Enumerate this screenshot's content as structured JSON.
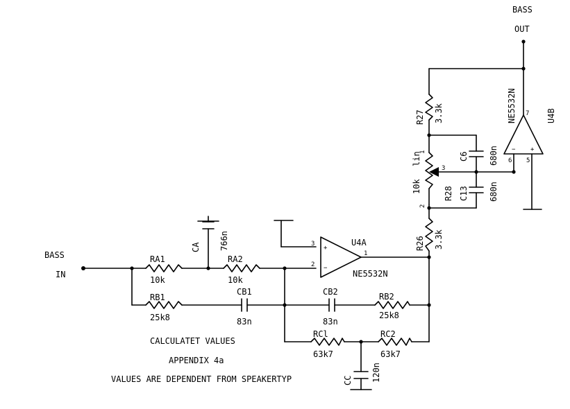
{
  "labels": {
    "bass_in_1": "BASS",
    "bass_in_2": "IN",
    "bass_out_1": "BASS",
    "bass_out_2": "OUT",
    "notes": [
      "CALCULATET VALUES",
      "APPENDIX 4a",
      "VALUES ARE DEPENDENT FROM SPEAKERTYP"
    ]
  },
  "components": {
    "RA1": {
      "name": "RA1",
      "value": "10k"
    },
    "RA2": {
      "name": "RA2",
      "value": "10k"
    },
    "CA": {
      "name": "CA",
      "value": "766n"
    },
    "RB1": {
      "name": "RB1",
      "value": "25k8"
    },
    "CB1": {
      "name": "CB1",
      "value": "83n"
    },
    "CB2": {
      "name": "CB2",
      "value": "83n"
    },
    "RB2": {
      "name": "RB2",
      "value": "25k8"
    },
    "RC1": {
      "name": "RCl",
      "value": "63k7"
    },
    "RC2": {
      "name": "RC2",
      "value": "63k7"
    },
    "CC": {
      "name": "CC",
      "value": "120n"
    },
    "R26": {
      "name": "R26",
      "value": "3.3k"
    },
    "R27": {
      "name": "R27",
      "value": "3.3k"
    },
    "R28": {
      "name": "R28",
      "value": "10k",
      "taper": "lin"
    },
    "C6": {
      "name": "C6",
      "value": "680n"
    },
    "C13": {
      "name": "C13",
      "value": "680n"
    },
    "U4A": {
      "name": "U4A",
      "part": "NE5532N",
      "pins": {
        "plus": "3",
        "minus": "2",
        "out": "1"
      }
    },
    "U4B": {
      "name": "U4B",
      "part": "NE5532N",
      "pins": {
        "minus": "6",
        "plus": "5",
        "out": "7"
      }
    }
  },
  "pot_pins": {
    "p1": "1",
    "p2": "2",
    "p3": "3"
  },
  "opamp_signs": {
    "plus": "+",
    "minus": "−"
  }
}
